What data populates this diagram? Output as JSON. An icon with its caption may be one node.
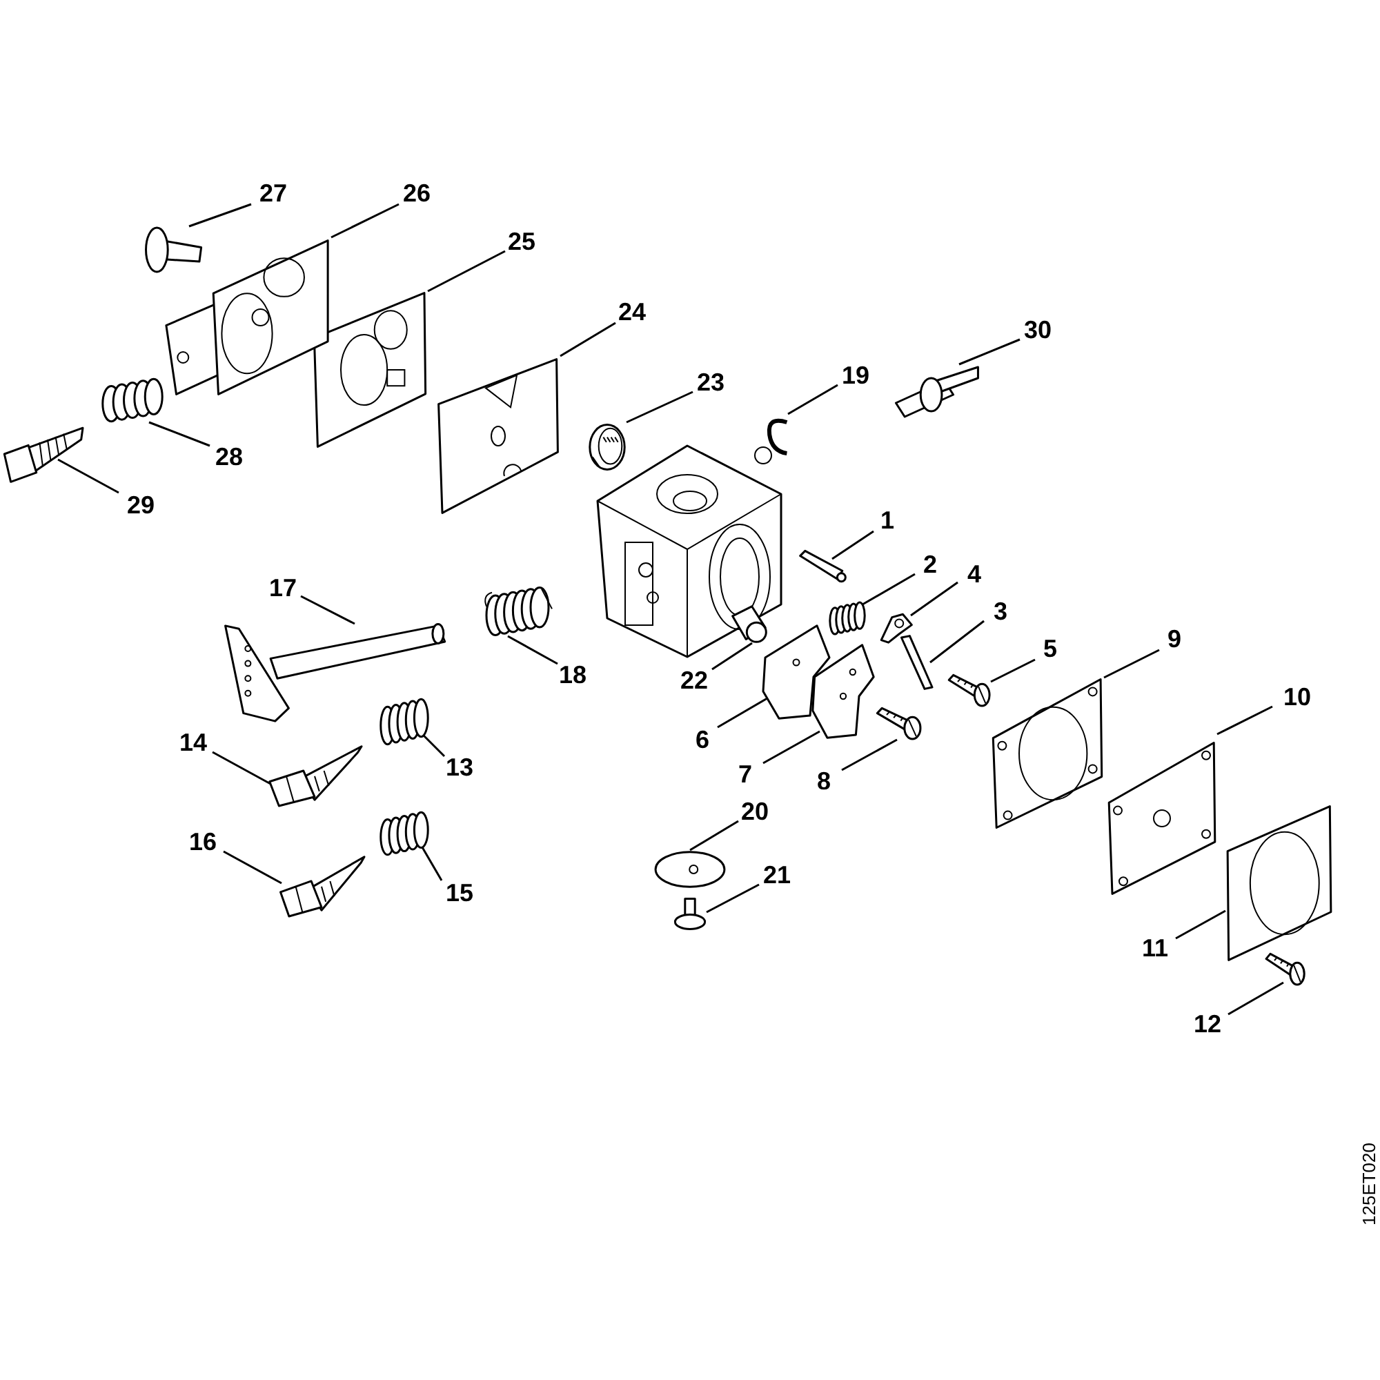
{
  "diagram": {
    "nodes": [
      {
        "text": [
          "1"
        ]
      },
      {
        "text": [
          "2"
        ]
      },
      {
        "text": [
          "3"
        ]
      },
      {
        "text": [
          "4"
        ]
      },
      {
        "text": [
          "5"
        ]
      },
      {
        "text": [
          "6"
        ]
      },
      {
        "text": [
          "7"
        ]
      },
      {
        "text": [
          "8"
        ]
      },
      {
        "text": [
          "9"
        ]
      },
      {
        "text": [
          "10"
        ]
      },
      {
        "text": [
          "11"
        ]
      },
      {
        "text": [
          "12"
        ]
      },
      {
        "text": [
          "13"
        ]
      },
      {
        "text": [
          "14"
        ]
      },
      {
        "text": [
          "15"
        ]
      },
      {
        "text": [
          "16"
        ]
      },
      {
        "text": [
          "17"
        ]
      },
      {
        "text": [
          "18"
        ]
      },
      {
        "text": [
          "19"
        ]
      },
      {
        "text": [
          "20"
        ]
      },
      {
        "text": [
          "21"
        ]
      },
      {
        "text": [
          "22"
        ]
      },
      {
        "text": [
          "23"
        ]
      },
      {
        "text": [
          "24"
        ]
      },
      {
        "text": [
          "25"
        ]
      },
      {
        "text": [
          "26"
        ]
      },
      {
        "text": [
          "27"
        ]
      },
      {
        "text": [
          "28"
        ]
      },
      {
        "text": [
          "29"
        ]
      },
      {
        "text": [
          "30"
        ]
      },
      {
        "text": [],
        "shape": "picture"
      },
      {
        "text": [],
        "shape": "picture"
      },
      {
        "text": [],
        "shape": "picture"
      },
      {
        "text": [],
        "shape": "picture"
      },
      {
        "text": [],
        "shape": "picture"
      },
      {
        "text": [],
        "shape": "picture"
      },
      {
        "text": [],
        "shape": "picture"
      },
      {
        "text": [],
        "shape": "picture"
      },
      {
        "text": [],
        "shape": "picture"
      },
      {
        "text": [],
        "shape": "picture"
      },
      {
        "text": [],
        "shape": "picture"
      },
      {
        "text": [],
        "shape": "picture"
      },
      {
        "text": [],
        "shape": "picture"
      },
      {
        "text": [],
        "shape": "picture"
      },
      {
        "text": [],
        "shape": "picture"
      },
      {
        "text": [],
        "shape": "picture"
      },
      {
        "text": [],
        "shape": "picture"
      },
      {
        "text": [],
        "shape": "picture"
      },
      {
        "text": [],
        "shape": "picture"
      },
      {
        "text": [],
        "shape": "picture"
      },
      {
        "text": [],
        "shape": "picture"
      },
      {
        "text": [],
        "shape": "picture"
      },
      {
        "text": [],
        "shape": "picture"
      },
      {
        "text": [],
        "shape": "picture"
      },
      {
        "text": [],
        "shape": "picture"
      },
      {
        "text": [],
        "shape": "picture"
      },
      {
        "text": [],
        "shape": "picture"
      },
      {
        "text": [],
        "shape": "picture"
      },
      {
        "text": [],
        "shape": "picture"
      },
      {
        "text": [],
        "shape": "picture"
      }
    ],
    "edges": [
      {
        "from": 0,
        "to": 30,
        "arrow": "none"
      },
      {
        "from": 1,
        "to": 31,
        "arrow": "none"
      },
      {
        "from": 2,
        "to": 32,
        "arrow": "none"
      },
      {
        "from": 3,
        "to": 33,
        "arrow": "none"
      },
      {
        "from": 4,
        "to": 34,
        "arrow": "none"
      },
      {
        "from": 5,
        "to": 35,
        "arrow": "none"
      },
      {
        "from": 6,
        "to": 36,
        "arrow": "none"
      },
      {
        "from": 7,
        "to": 37,
        "arrow": "none"
      },
      {
        "from": 8,
        "to": 38,
        "arrow": "none"
      },
      {
        "from": 9,
        "to": 39,
        "arrow": "none"
      },
      {
        "from": 10,
        "to": 40,
        "arrow": "none"
      },
      {
        "from": 11,
        "to": 41,
        "arrow": "none"
      },
      {
        "from": 12,
        "to": 42,
        "arrow": "none"
      },
      {
        "from": 13,
        "to": 43,
        "arrow": "none"
      },
      {
        "from": 14,
        "to": 44,
        "arrow": "none"
      },
      {
        "from": 15,
        "to": 45,
        "arrow": "none"
      },
      {
        "from": 16,
        "to": 46,
        "arrow": "none"
      },
      {
        "from": 17,
        "to": 47,
        "arrow": "none"
      },
      {
        "from": 18,
        "to": 48,
        "arrow": "none"
      },
      {
        "from": 19,
        "to": 49,
        "arrow": "none"
      },
      {
        "from": 20,
        "to": 50,
        "arrow": "none"
      },
      {
        "from": 21,
        "to": 51,
        "arrow": "none"
      },
      {
        "from": 22,
        "to": 52,
        "arrow": "none"
      },
      {
        "from": 23,
        "to": 53,
        "arrow": "none"
      },
      {
        "from": 24,
        "to": 54,
        "arrow": "none"
      },
      {
        "from": 25,
        "to": 55,
        "arrow": "none"
      },
      {
        "from": 26,
        "to": 56,
        "arrow": "none"
      },
      {
        "from": 27,
        "to": 57,
        "arrow": "none"
      },
      {
        "from": 28,
        "to": 58,
        "arrow": "none"
      },
      {
        "from": 29,
        "to": 59,
        "arrow": "none"
      }
    ],
    "labels": [
      "125ET020"
    ]
  }
}
